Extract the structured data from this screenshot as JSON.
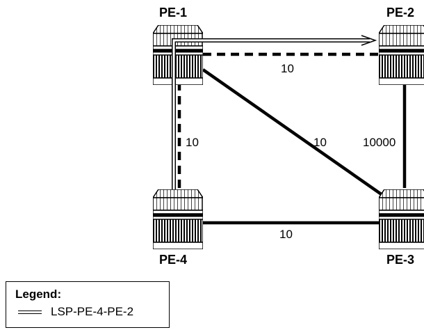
{
  "nodes": {
    "pe1": {
      "label": "PE-1",
      "icon": "router-icon"
    },
    "pe2": {
      "label": "PE-2",
      "icon": "router-icon"
    },
    "pe3": {
      "label": "PE-3",
      "icon": "router-icon"
    },
    "pe4": {
      "label": "PE-4",
      "icon": "router-icon"
    }
  },
  "links": {
    "pe1_pe2": {
      "metric": "10",
      "style": "dashed"
    },
    "pe1_pe4": {
      "metric": "10",
      "style": "dashed"
    },
    "pe1_pe3": {
      "metric": "10",
      "style": "solid"
    },
    "pe2_pe3": {
      "metric": "10000",
      "style": "solid"
    },
    "pe4_pe3": {
      "metric": "10",
      "style": "solid"
    }
  },
  "lsp": {
    "from": "PE-4",
    "to": "PE-2",
    "style": "double-line"
  },
  "legend": {
    "title": "Legend:",
    "items": [
      {
        "label": "LSP-PE-4-PE-2",
        "symbol": "double-line"
      }
    ]
  }
}
